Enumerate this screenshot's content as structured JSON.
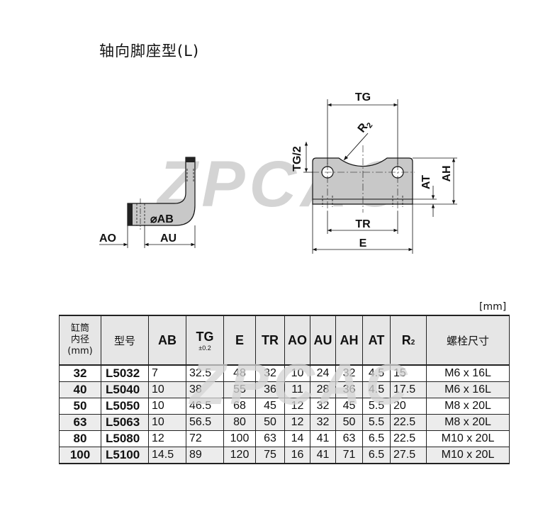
{
  "title": "轴向脚座型(L)",
  "watermark": "ZPCAC",
  "diagram": {
    "labels": {
      "tg": "TG",
      "r2_main": "R",
      "r2_sub": "2",
      "tg_half": "TG/2",
      "at": "AT",
      "ah": "AH",
      "tr": "TR",
      "e": "E",
      "ab": "⌀AB",
      "ao": "AO",
      "au": "AU"
    }
  },
  "unit": "[mm]",
  "table": {
    "headers": {
      "bore_line1": "缸筒",
      "bore_line2": "内径",
      "bore_line3": "(mm)",
      "model": "型号",
      "ab": "AB",
      "tg": "TG",
      "tg_tol": "±0.2",
      "e": "E",
      "tr": "TR",
      "ao": "AO",
      "au": "AU",
      "ah": "AH",
      "at": "AT",
      "r2_main": "R",
      "r2_sub": "2",
      "bolt": "螺栓尺寸"
    },
    "rows": [
      {
        "bore": "32",
        "model": "L5032",
        "ab": "7",
        "tg": "32.5",
        "e": "48",
        "tr": "32",
        "ao": "10",
        "au": "24",
        "ah": "32",
        "at": "4.5",
        "r2": "15",
        "bolt": "M6 x 16L"
      },
      {
        "bore": "40",
        "model": "L5040",
        "ab": "10",
        "tg": "38",
        "e": "55",
        "tr": "36",
        "ao": "11",
        "au": "28",
        "ah": "36",
        "at": "4.5",
        "r2": "17.5",
        "bolt": "M6 x 16L"
      },
      {
        "bore": "50",
        "model": "L5050",
        "ab": "10",
        "tg": "46.5",
        "e": "68",
        "tr": "45",
        "ao": "12",
        "au": "32",
        "ah": "45",
        "at": "5.5",
        "r2": "20",
        "bolt": "M8 x 20L"
      },
      {
        "bore": "63",
        "model": "L5063",
        "ab": "10",
        "tg": "56.5",
        "e": "80",
        "tr": "50",
        "ao": "12",
        "au": "32",
        "ah": "50",
        "at": "5.5",
        "r2": "22.5",
        "bolt": "M8 x 20L"
      },
      {
        "bore": "80",
        "model": "L5080",
        "ab": "12",
        "tg": "72",
        "e": "100",
        "tr": "63",
        "ao": "14",
        "au": "41",
        "ah": "63",
        "at": "6.5",
        "r2": "22.5",
        "bolt": "M10 x 20L"
      },
      {
        "bore": "100",
        "model": "L5100",
        "ab": "14.5",
        "tg": "89",
        "e": "120",
        "tr": "75",
        "ao": "16",
        "au": "41",
        "ah": "71",
        "at": "6.5",
        "r2": "27.5",
        "bolt": "M10 x 20L"
      }
    ]
  }
}
